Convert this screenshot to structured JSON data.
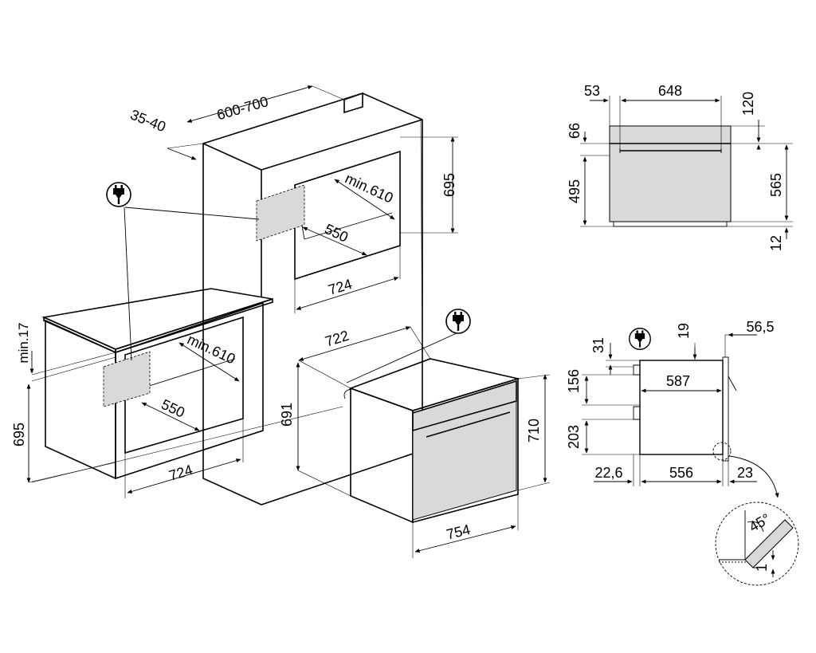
{
  "dimensions": {
    "column_depth": "600-700",
    "column_gap": "35-40",
    "column_height": "695",
    "column_min_depth": "min.610",
    "column_width": "550",
    "column_niche_width": "724",
    "counter_min_gap": "min.17",
    "counter_height": "695",
    "counter_min_depth": "min.610",
    "counter_width": "550",
    "counter_niche_width": "724",
    "oven_depth": "722",
    "oven_side_height": "691",
    "oven_front_height": "710",
    "oven_front_width": "754",
    "top_left": "53",
    "top_width": "648",
    "top_right": "120",
    "front_top": "66",
    "front_body": "495",
    "front_total": "565",
    "front_bottom": "12",
    "side_top_offset": "31",
    "side_gap": "19",
    "side_door": "56,5",
    "side_depth": "587",
    "side_156": "156",
    "side_203": "203",
    "side_left": "22,6",
    "side_body": "556",
    "side_right": "23",
    "detail_angle": "45°",
    "detail_offset": "1"
  },
  "icons": [
    "plug-icon"
  ]
}
